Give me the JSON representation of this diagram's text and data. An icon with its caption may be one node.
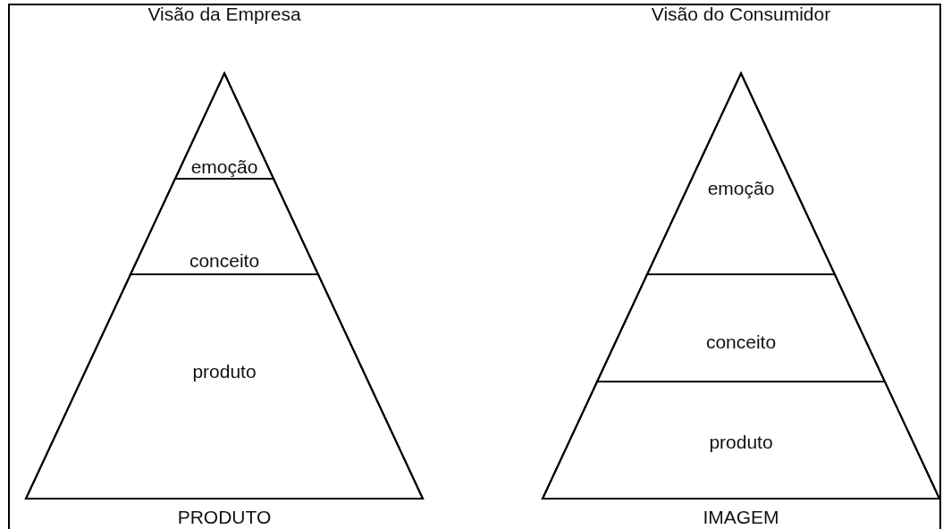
{
  "diagram": {
    "nodes": [
      {
        "text": [
          "Visão da Empresa"
        ],
        "beside": [
          "PRODUTO"
        ]
      },
      {
        "text": [
          "emoção"
        ],
        "in": 0
      },
      {
        "text": [
          "conceito"
        ],
        "in": 0
      },
      {
        "text": [
          "produto"
        ],
        "in": 0
      },
      {
        "text": [
          "Visão do Consumidor"
        ],
        "beside": [
          "IMAGEM"
        ]
      },
      {
        "text": [
          "emoção"
        ],
        "in": 4
      },
      {
        "text": [
          "conceito"
        ],
        "in": 4
      },
      {
        "text": [
          "produto"
        ],
        "in": 4
      }
    ]
  }
}
